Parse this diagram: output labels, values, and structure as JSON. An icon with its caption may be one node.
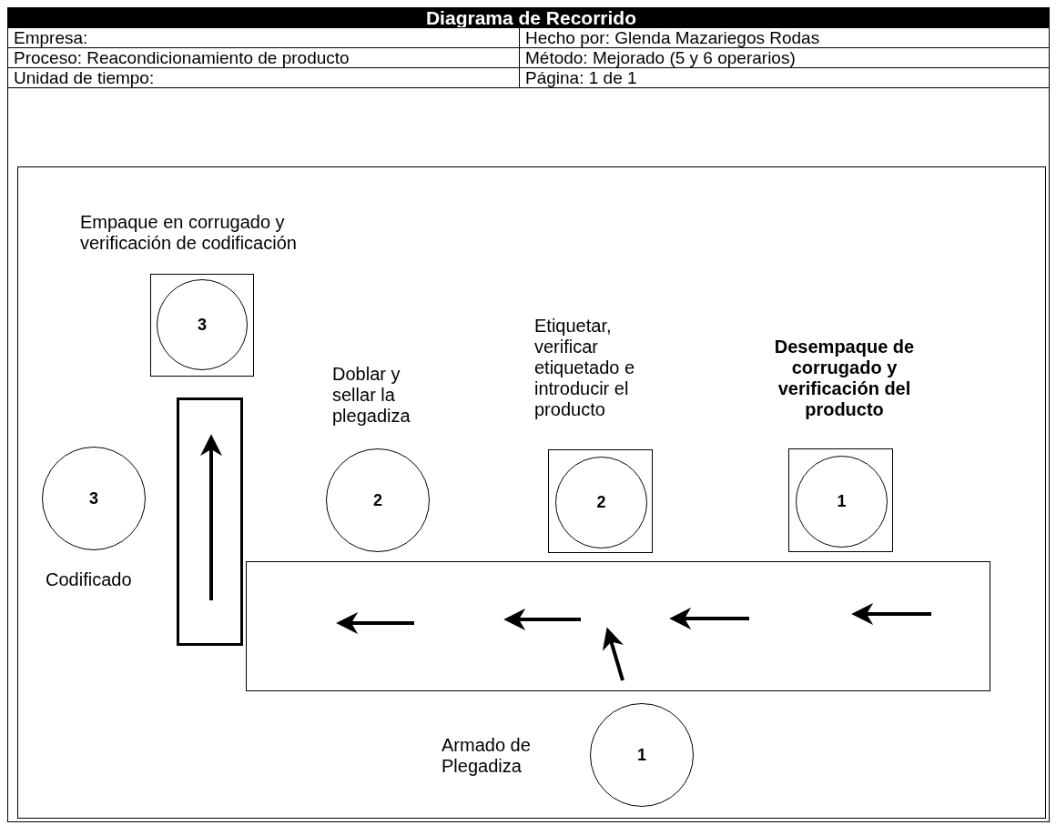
{
  "diagram": {
    "title": "Diagrama de Recorrido",
    "nodes": [
      {
        "text": [],
        "shape": "box",
        "beside": [
          "Empaque en corrugado y verificación de codificación"
        ]
      },
      {
        "text": [
          "3"
        ],
        "in": 0
      },
      {
        "text": [],
        "shape": "bar"
      },
      {
        "text": [
          "3"
        ],
        "beside": [
          "Codificado"
        ]
      },
      {
        "text": [
          "2"
        ],
        "beside": [
          "Doblar y sellar la plegadiza"
        ]
      },
      {
        "text": [],
        "shape": "box",
        "beside": [
          "Etiquetar, verificar etiquetado e introducir el producto"
        ]
      },
      {
        "text": [
          "2"
        ],
        "in": 5
      },
      {
        "text": [],
        "shape": "box",
        "beside": [
          "Desempaque de corrugado y verificación del producto"
        ]
      },
      {
        "text": [
          "1"
        ],
        "in": 7
      },
      {
        "text": [],
        "shape": "bar"
      },
      {
        "text": [
          "1"
        ],
        "beside": [
          "Armado de Plegadiza"
        ]
      }
    ],
    "labels": [
      "Empresa:",
      "Hecho por: Glenda Mazariegos Rodas",
      "Proceso: Reacondicionamiento de producto",
      "Método: Mejorado (5 y 6 operarios)",
      "Unidad de tiempo:",
      "Página: 1 de 1"
    ]
  }
}
